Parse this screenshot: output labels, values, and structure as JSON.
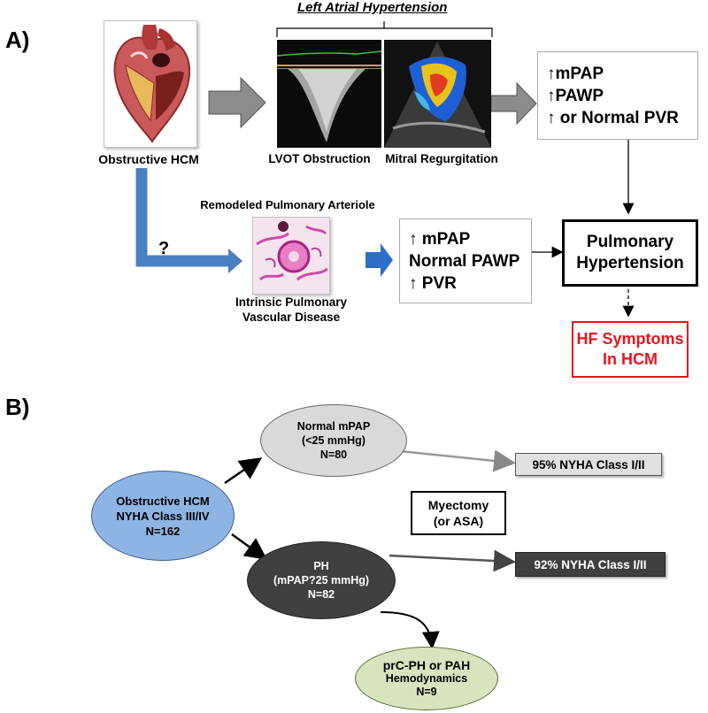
{
  "panel_a": {
    "label": "A)",
    "la_title": "Left Atrial Hypertension",
    "obstructive_hcm": "Obstructive HCM",
    "lvot": "LVOT Obstruction",
    "mitral": "Mitral Regurgitation",
    "box1": [
      "↑mPAP",
      "↑PAWP",
      "↑ or Normal PVR"
    ],
    "remodeled": "Remodeled Pulmonary Arteriole",
    "question": "?",
    "intrinsic": [
      "Intrinsic Pulmonary",
      "Vascular Disease"
    ],
    "box2": [
      "↑ mPAP",
      "Normal PAWP",
      "↑ PVR"
    ],
    "ph": [
      "Pulmonary",
      "Hypertension"
    ],
    "hf": [
      "HF Symptoms",
      "In HCM"
    ]
  },
  "panel_b": {
    "label": "B)",
    "start_oval": [
      "Obstructive HCM",
      "NYHA Class III/IV",
      "N=162"
    ],
    "normal_oval": [
      "Normal mPAP",
      "(<25 mmHg)",
      "N=80"
    ],
    "ph_oval": [
      "PH",
      "(mPAP?25 mmHg)",
      "N=82"
    ],
    "myectomy": [
      "Myectomy",
      "(or ASA)"
    ],
    "out_normal": "95% NYHA Class I/II",
    "out_ph": "92% NYHA Class I/II",
    "prc_oval": [
      "prC-PH or PAH",
      "Hemodynamics",
      "N=9"
    ]
  },
  "colors": {
    "blue_arrow": "#4a7fc1",
    "gray_arrow": "#808080",
    "start_oval": "#8eb4e3",
    "normal_oval": "#d9d9d9",
    "ph_oval": "#404040",
    "prc_oval": "#d7e4bd",
    "hf_red": "#e8141c"
  }
}
